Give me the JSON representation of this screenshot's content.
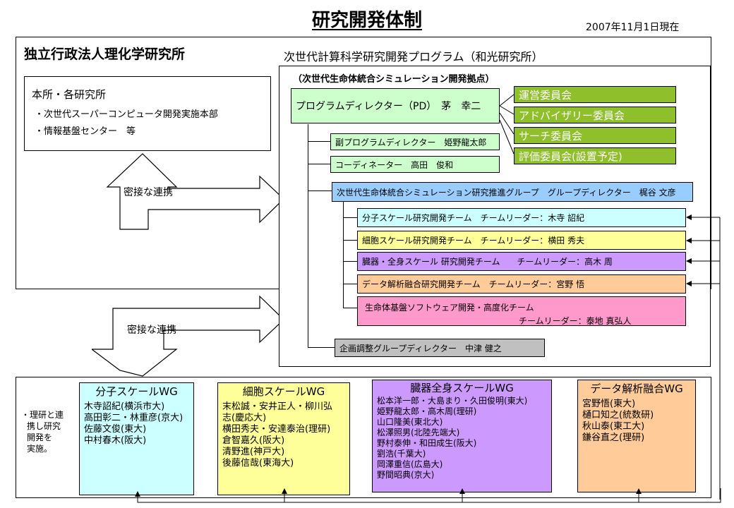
{
  "title": "研究開発体制",
  "date": "2007年11月1日現在",
  "riken": {
    "name": "独立行政法人理化学研究所",
    "hq_title": "本所・各研究所",
    "hq_items": [
      "・次世代スーパーコンピュータ開発実施本部",
      "・情報基盤センター　等"
    ]
  },
  "arrows": {
    "top_label": "密接な連携",
    "bottom_label": "密接な連携"
  },
  "program": {
    "title": "次世代計算科学研究開発プログラム（和光研究所）",
    "subtitle": "（次世代生命体統合シミュレーション開発拠点）",
    "director": "プログラムディレクター（PD）　茅　幸二",
    "committees": [
      "運営委員会",
      "アドバイザリー委員会",
      "サーチ委員会",
      "評価委員会(設置予定)"
    ],
    "deputy": "副プログラムディレクター　姫野龍太郎",
    "coordinator": "コーディネーター　高田　俊和",
    "group": "次世代生命体統合シミュレーション研究推進グループ　グループディレクター　梶谷 文彦",
    "teams": [
      "分子スケール研究開発チーム　チームリーダー：木寺 詔紀",
      "細胞スケール研究開発チーム　チームリーダー：横田 秀夫",
      "臓器・全身スケール 研究開発チーム　　チームリーダー：高木 周",
      "データ解析融合研究開発チーム　チームリーダー：宮野 悟"
    ],
    "team5_line1": "生命体基盤ソフトウェア開発・高度化チーム",
    "team5_line2": "チームリーダー：泰地 真弘人",
    "planning": "企画調整グループディレクター　中津 健之"
  },
  "bottom": {
    "note": [
      "・理研と連",
      "携し研究",
      "開発を",
      "実施。"
    ],
    "wgs": [
      {
        "title": "分子スケールWG",
        "members": [
          "木寺詔紀(横浜市大)",
          "高田彰二・林重彦(京大)",
          "佐藤文俊(東大)",
          "中村春木(阪大)"
        ]
      },
      {
        "title": "細胞スケールWG",
        "members": [
          "末松誠・安井正人・柳川弘",
          "志(慶応大)",
          "横田秀夫・安達泰治(理研)",
          "倉智嘉久(阪大)",
          "清野進(神戸大)",
          "後藤信哉(東海大)"
        ]
      },
      {
        "title": "臓器全身スケールWG",
        "members": [
          "松本洋一郎・大島まり・久田俊明(東大)",
          "姫野龍太郎・高木周(理研)",
          "山口隆美(東北大)",
          "松澤照男(北陸先端大)",
          "野村泰伸・和田成生(阪大)",
          "劉浩(千葉大)",
          "岡澤重信(広島大)",
          "野間昭典(京大)"
        ]
      },
      {
        "title": "データ解析融合WG",
        "members": [
          "宮野悟(東大)",
          "樋口知之(統数研)",
          "秋山泰(東工大)",
          "鎌谷直之(理研)"
        ]
      }
    ]
  },
  "colors": {
    "director_bg": "#ccffcc",
    "committee_bg": "#8fbf2a",
    "group_bg": "#99ccff",
    "team_bg": [
      "#ccffff",
      "#ffff99",
      "#cc99ff",
      "#ffcc99",
      "#ff99cc"
    ],
    "planning_bg": "#c0c0c0"
  }
}
